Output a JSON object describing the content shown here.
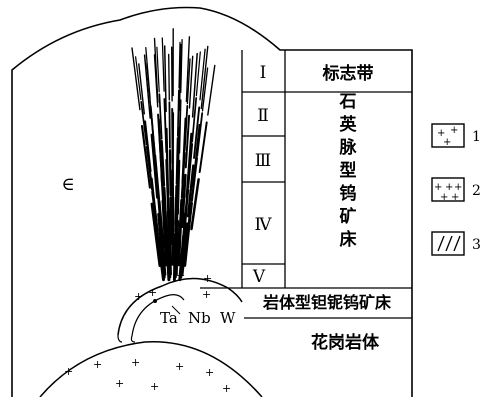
{
  "strata_symbol": "∈",
  "zones": [
    {
      "numeral": "Ⅰ"
    },
    {
      "numeral": "Ⅱ"
    },
    {
      "numeral": "Ⅲ"
    },
    {
      "numeral": "Ⅳ"
    },
    {
      "numeral": "Ⅴ"
    }
  ],
  "labels": {
    "marker_zone": "标志带",
    "quartz_vein_deposit": [
      "石",
      "英",
      "脉",
      "型",
      "钨",
      "矿",
      "床"
    ],
    "rock_body_deposit": "岩体型钽铌钨矿床",
    "granite": "花岗岩体"
  },
  "elements": {
    "ta": "Ta",
    "nb": "Nb",
    "w": "W"
  },
  "legend": [
    {
      "number": "1",
      "pattern": "sparse-crosses"
    },
    {
      "number": "2",
      "pattern": "dense-crosses"
    },
    {
      "number": "3",
      "pattern": "hatch"
    }
  ]
}
